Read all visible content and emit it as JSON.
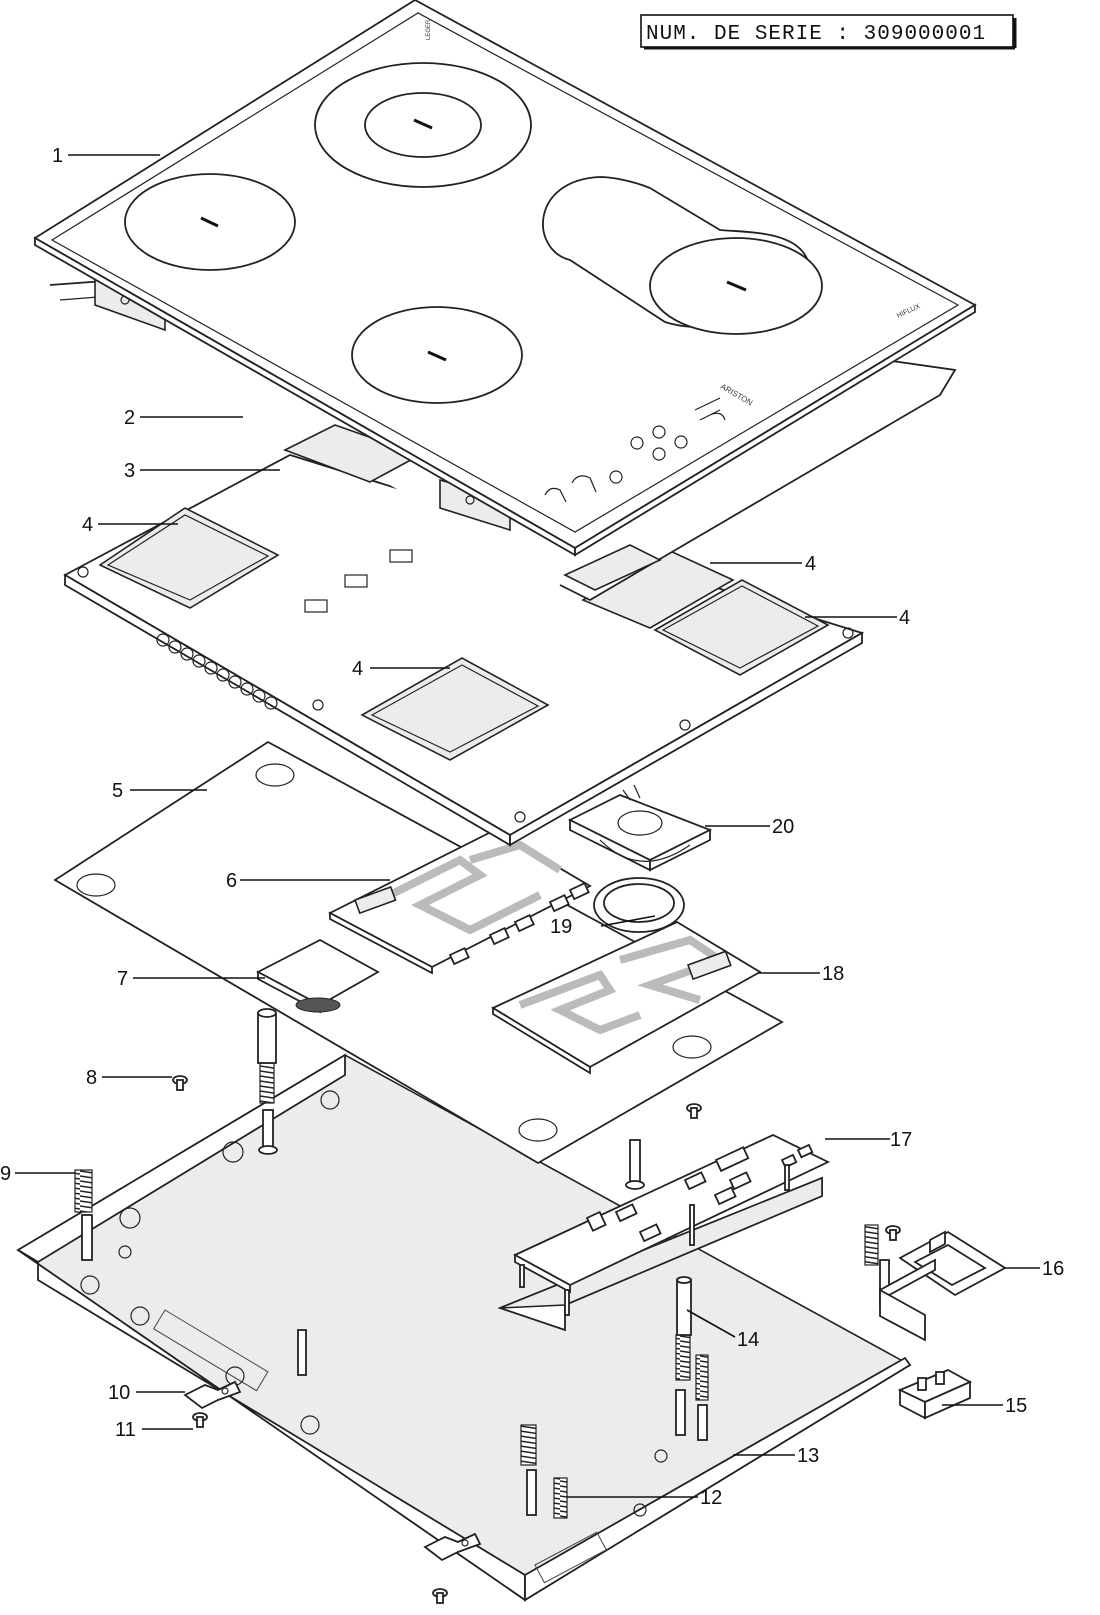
{
  "serial_box": {
    "text": "NUM. DE SERIE : 309000001"
  },
  "part_labels": [
    {
      "id": "label-1",
      "text": "1"
    },
    {
      "id": "label-2",
      "text": "2"
    },
    {
      "id": "label-3",
      "text": "3"
    },
    {
      "id": "label-4a",
      "text": "4"
    },
    {
      "id": "label-4b",
      "text": "4"
    },
    {
      "id": "label-4c",
      "text": "4"
    },
    {
      "id": "label-4d",
      "text": "4"
    },
    {
      "id": "label-5",
      "text": "5"
    },
    {
      "id": "label-6",
      "text": "6"
    },
    {
      "id": "label-7",
      "text": "7"
    },
    {
      "id": "label-8",
      "text": "8"
    },
    {
      "id": "label-9",
      "text": "9"
    },
    {
      "id": "label-10",
      "text": "10"
    },
    {
      "id": "label-11",
      "text": "11"
    },
    {
      "id": "label-12",
      "text": "12"
    },
    {
      "id": "label-13",
      "text": "13"
    },
    {
      "id": "label-14",
      "text": "14"
    },
    {
      "id": "label-15",
      "text": "15"
    },
    {
      "id": "label-16",
      "text": "16"
    },
    {
      "id": "label-17",
      "text": "17"
    },
    {
      "id": "label-18",
      "text": "18"
    },
    {
      "id": "label-19",
      "text": "19"
    },
    {
      "id": "label-20",
      "text": "20"
    }
  ]
}
